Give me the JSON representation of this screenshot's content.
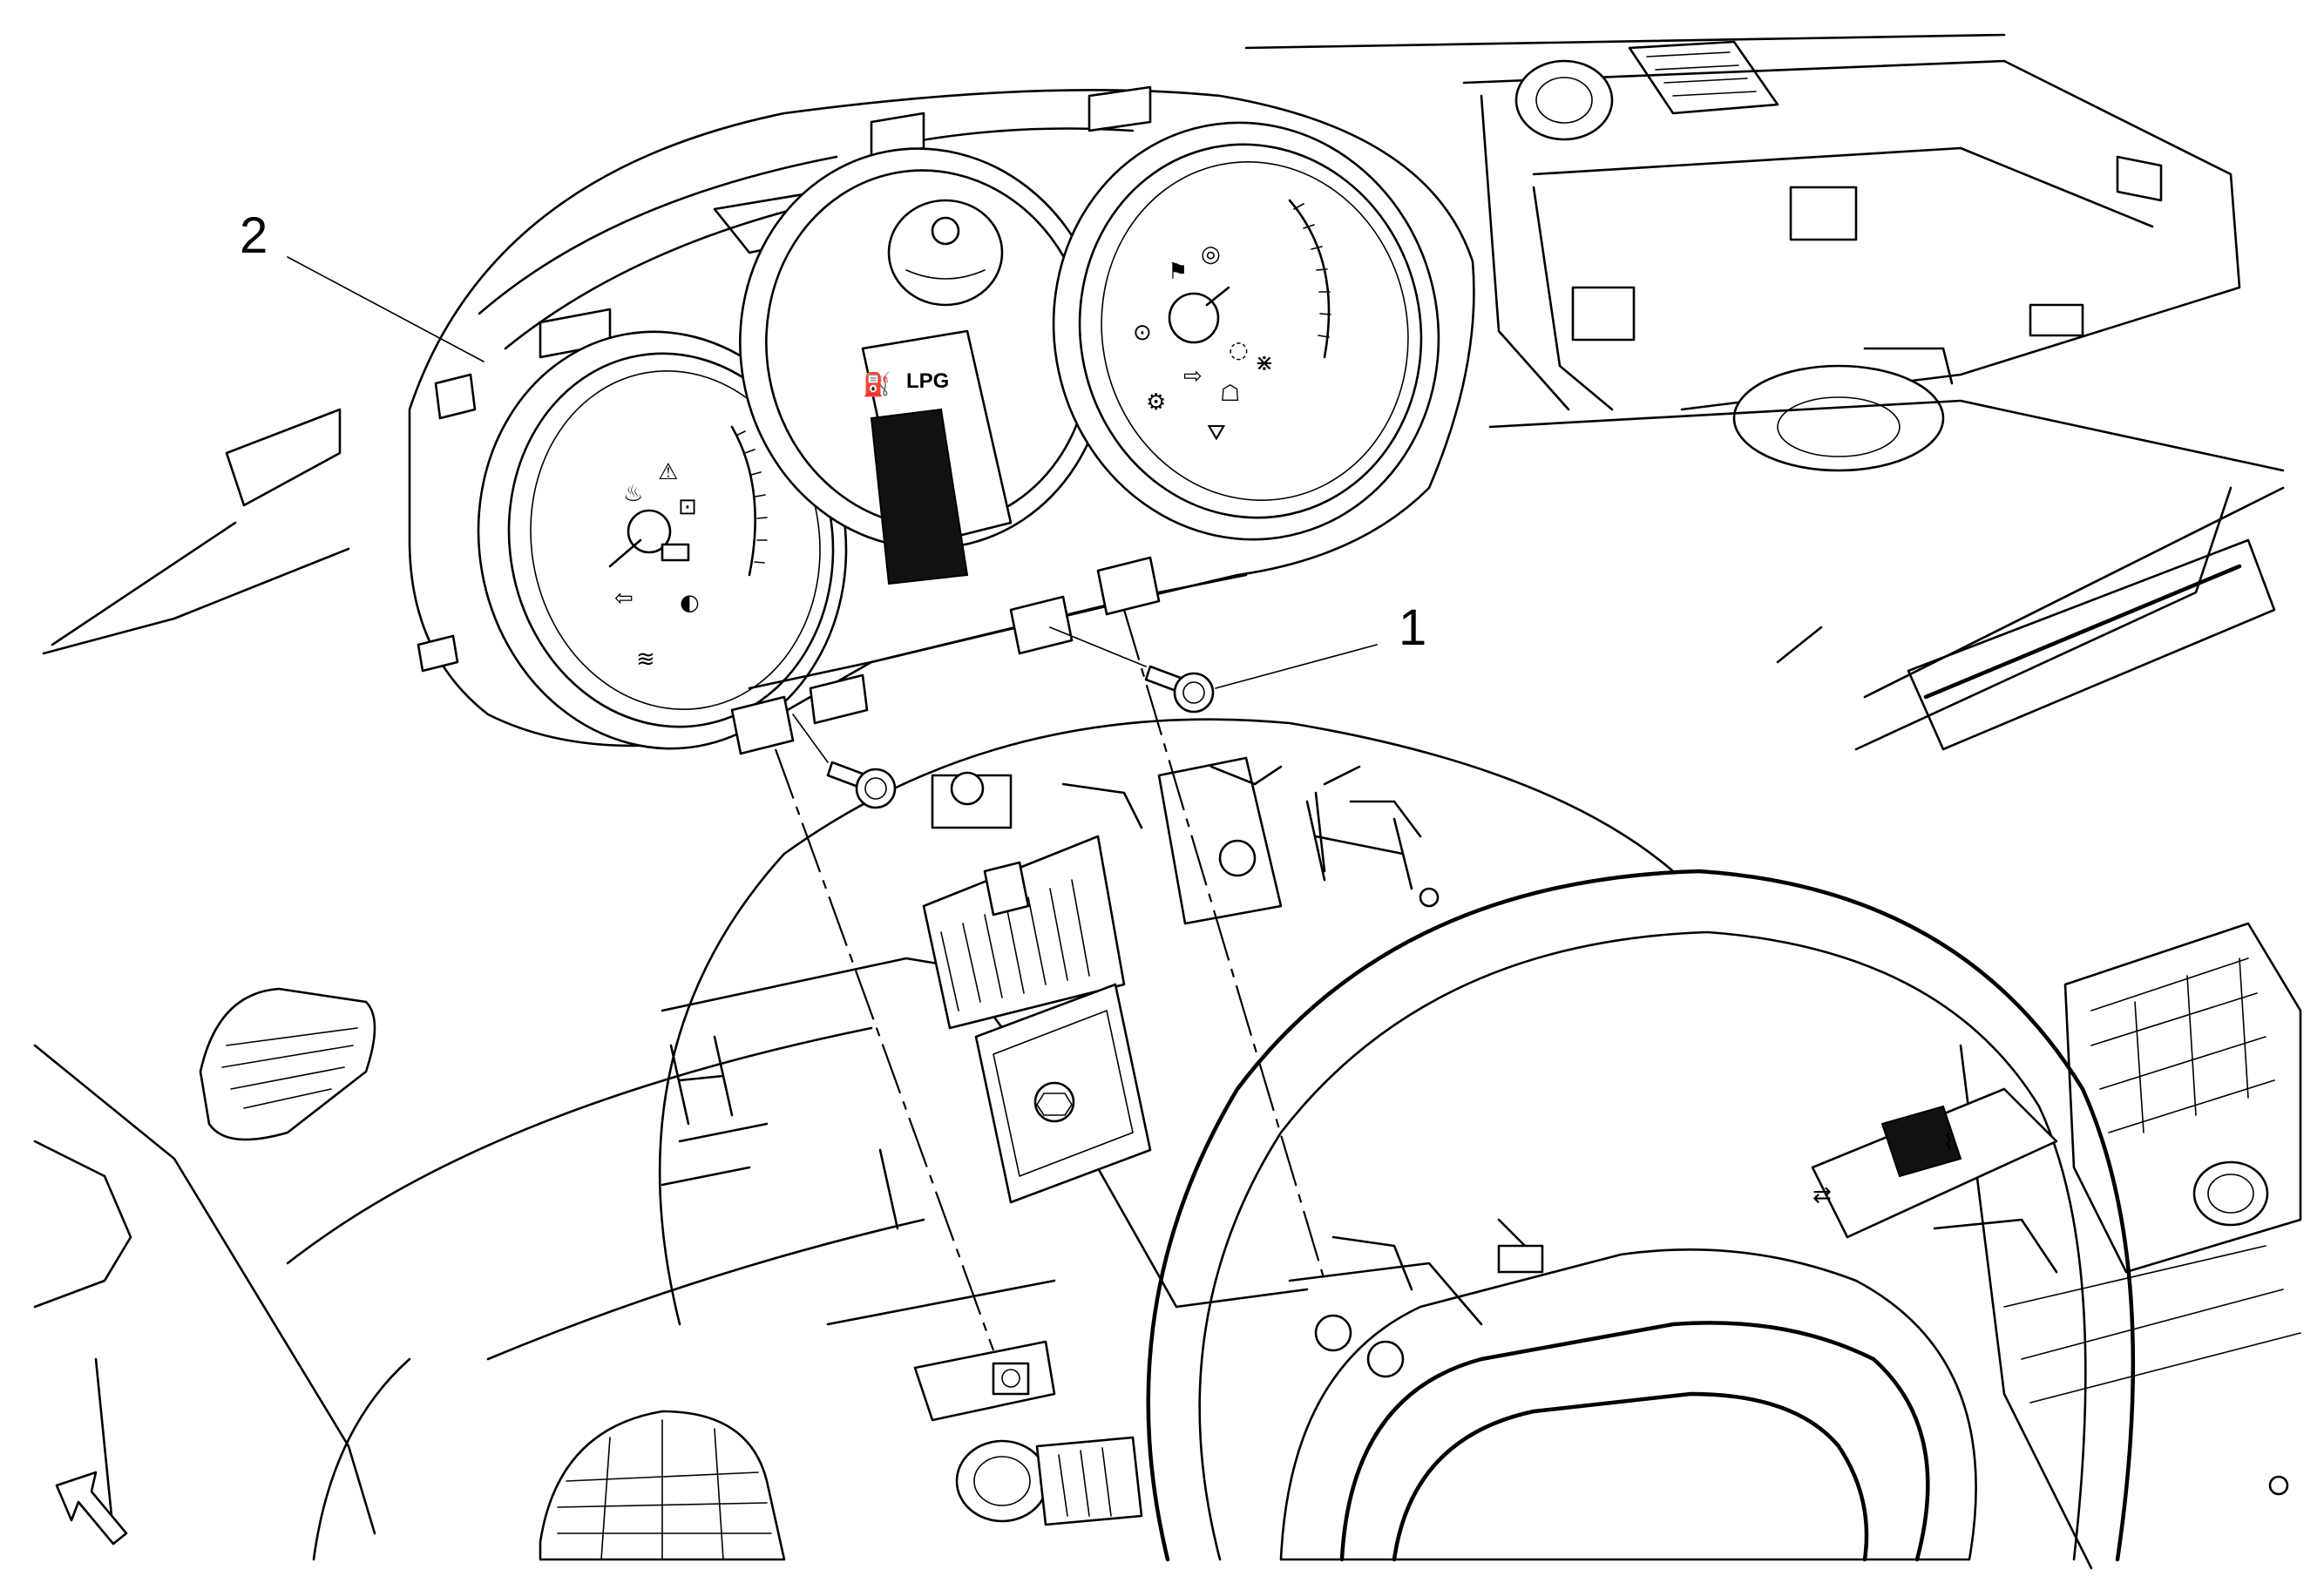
{
  "diagram": {
    "callouts": [
      {
        "id": "1",
        "label": "1"
      },
      {
        "id": "2",
        "label": "2"
      }
    ],
    "display_text": "LPG"
  }
}
